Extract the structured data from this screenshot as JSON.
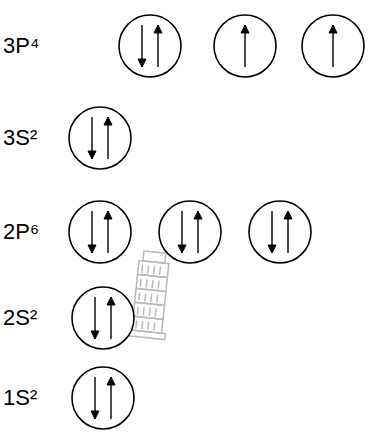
{
  "diagram": {
    "labels": [
      "3P⁴",
      "3S²",
      "2P⁶",
      "2S²",
      "1S²"
    ]
  }
}
